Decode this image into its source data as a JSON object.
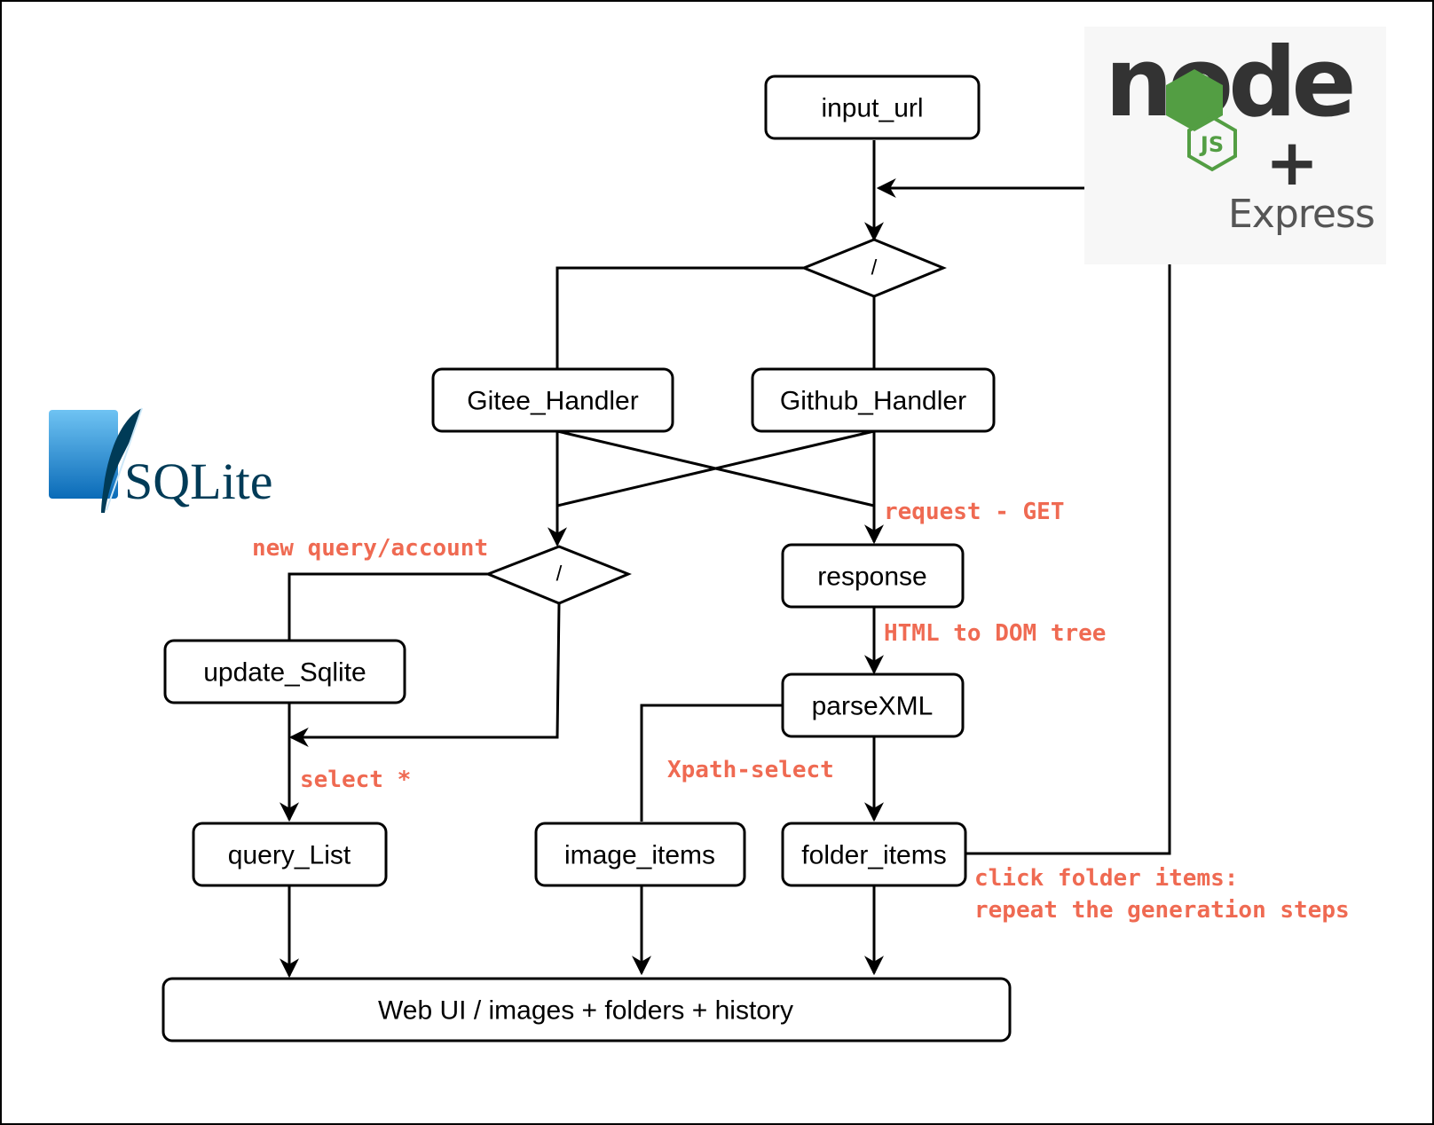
{
  "nodes": {
    "input_url": "input_url",
    "decision_top": "/",
    "gitee_handler": "Gitee_Handler",
    "github_handler": "Github_Handler",
    "decision_bottom": "/",
    "response": "response",
    "update_sqlite": "update_Sqlite",
    "parse_xml": "parseXML",
    "query_list": "query_List",
    "image_items": "image_items",
    "folder_items": "folder_items",
    "web_ui": "Web UI / images + folders + history"
  },
  "edge_labels": {
    "request_get": "request - GET",
    "new_query": "new query/account",
    "html_to_dom": "HTML to DOM tree",
    "select_all": "select *",
    "xpath_select": "Xpath-select",
    "click_folder_1": "click folder items:",
    "click_folder_2": "repeat the generation steps"
  },
  "logos": {
    "sqlite": "SQLite",
    "node": "node",
    "js": "JS",
    "plus": "+",
    "express": "Express"
  },
  "colors": {
    "annotation": "#ef6a52",
    "node_green": "#539e43",
    "node_dark": "#333333",
    "sqlite_blue": "#0f80cc",
    "sqlite_text": "#003b57"
  }
}
